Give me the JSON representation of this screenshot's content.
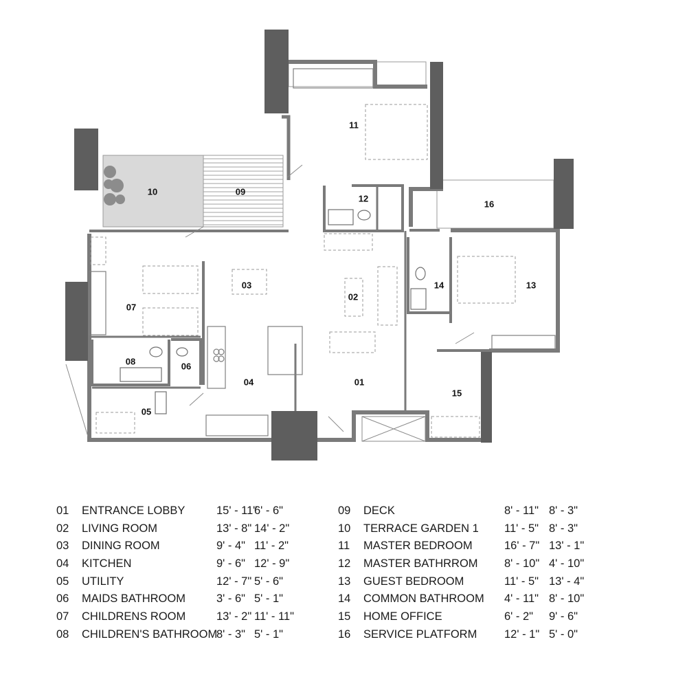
{
  "colors": {
    "wall": "#7a7a7a",
    "column": "#5e5e5e",
    "terrace": "#d9d9d9",
    "fixture": "#8a8a8a"
  },
  "floor_plan": {
    "room_tags": [
      "11",
      "10",
      "09",
      "12",
      "16",
      "03",
      "02",
      "14",
      "13",
      "07",
      "08",
      "06",
      "04",
      "01",
      "15",
      "05"
    ]
  },
  "legend": {
    "left": [
      {
        "num": "01",
        "name": "ENTRANCE LOBBY",
        "dim1": "15' - 11\"",
        "dim2": "6' - 6\""
      },
      {
        "num": "02",
        "name": "LIVING ROOM",
        "dim1": "13' - 8\"",
        "dim2": "14' - 2\""
      },
      {
        "num": "03",
        "name": "DINING ROOM",
        "dim1": "9' - 4\"",
        "dim2": "11' - 2\""
      },
      {
        "num": "04",
        "name": "KITCHEN",
        "dim1": "9' - 6\"",
        "dim2": "12' - 9\""
      },
      {
        "num": "05",
        "name": "UTILITY",
        "dim1": "12' - 7\"",
        "dim2": "5' - 6\""
      },
      {
        "num": "06",
        "name": "MAIDS BATHROOM",
        "dim1": "3' - 6\"",
        "dim2": "5' - 1\""
      },
      {
        "num": "07",
        "name": "CHILDRENS ROOM",
        "dim1": "13' - 2\"",
        "dim2": "11' - 11\""
      },
      {
        "num": "08",
        "name": "CHILDREN'S BATHROOM",
        "dim1": "8' - 3\"",
        "dim2": "5' - 1\""
      }
    ],
    "right": [
      {
        "num": "09",
        "name": "DECK",
        "dim1": "8' - 11\"",
        "dim2": "8' - 3\""
      },
      {
        "num": "10",
        "name": "TERRACE GARDEN 1",
        "dim1": "11' - 5\"",
        "dim2": "8' - 3\""
      },
      {
        "num": "11",
        "name": "MASTER BEDROOM",
        "dim1": "16' - 7\"",
        "dim2": "13' - 1\""
      },
      {
        "num": "12",
        "name": "MASTER BATHRROM",
        "dim1": "8' - 10\"",
        "dim2": "4' - 10\""
      },
      {
        "num": "13",
        "name": "GUEST BEDROOM",
        "dim1": "11' - 5\"",
        "dim2": "13' - 4\""
      },
      {
        "num": "14",
        "name": "COMMON BATHROOM",
        "dim1": "4' - 11\"",
        "dim2": "8' - 10\""
      },
      {
        "num": "15",
        "name": "HOME OFFICE",
        "dim1": "6' - 2\"",
        "dim2": "9' - 6\""
      },
      {
        "num": "16",
        "name": "SERVICE PLATFORM",
        "dim1": "12' - 1\"",
        "dim2": "5' - 0\""
      }
    ]
  }
}
